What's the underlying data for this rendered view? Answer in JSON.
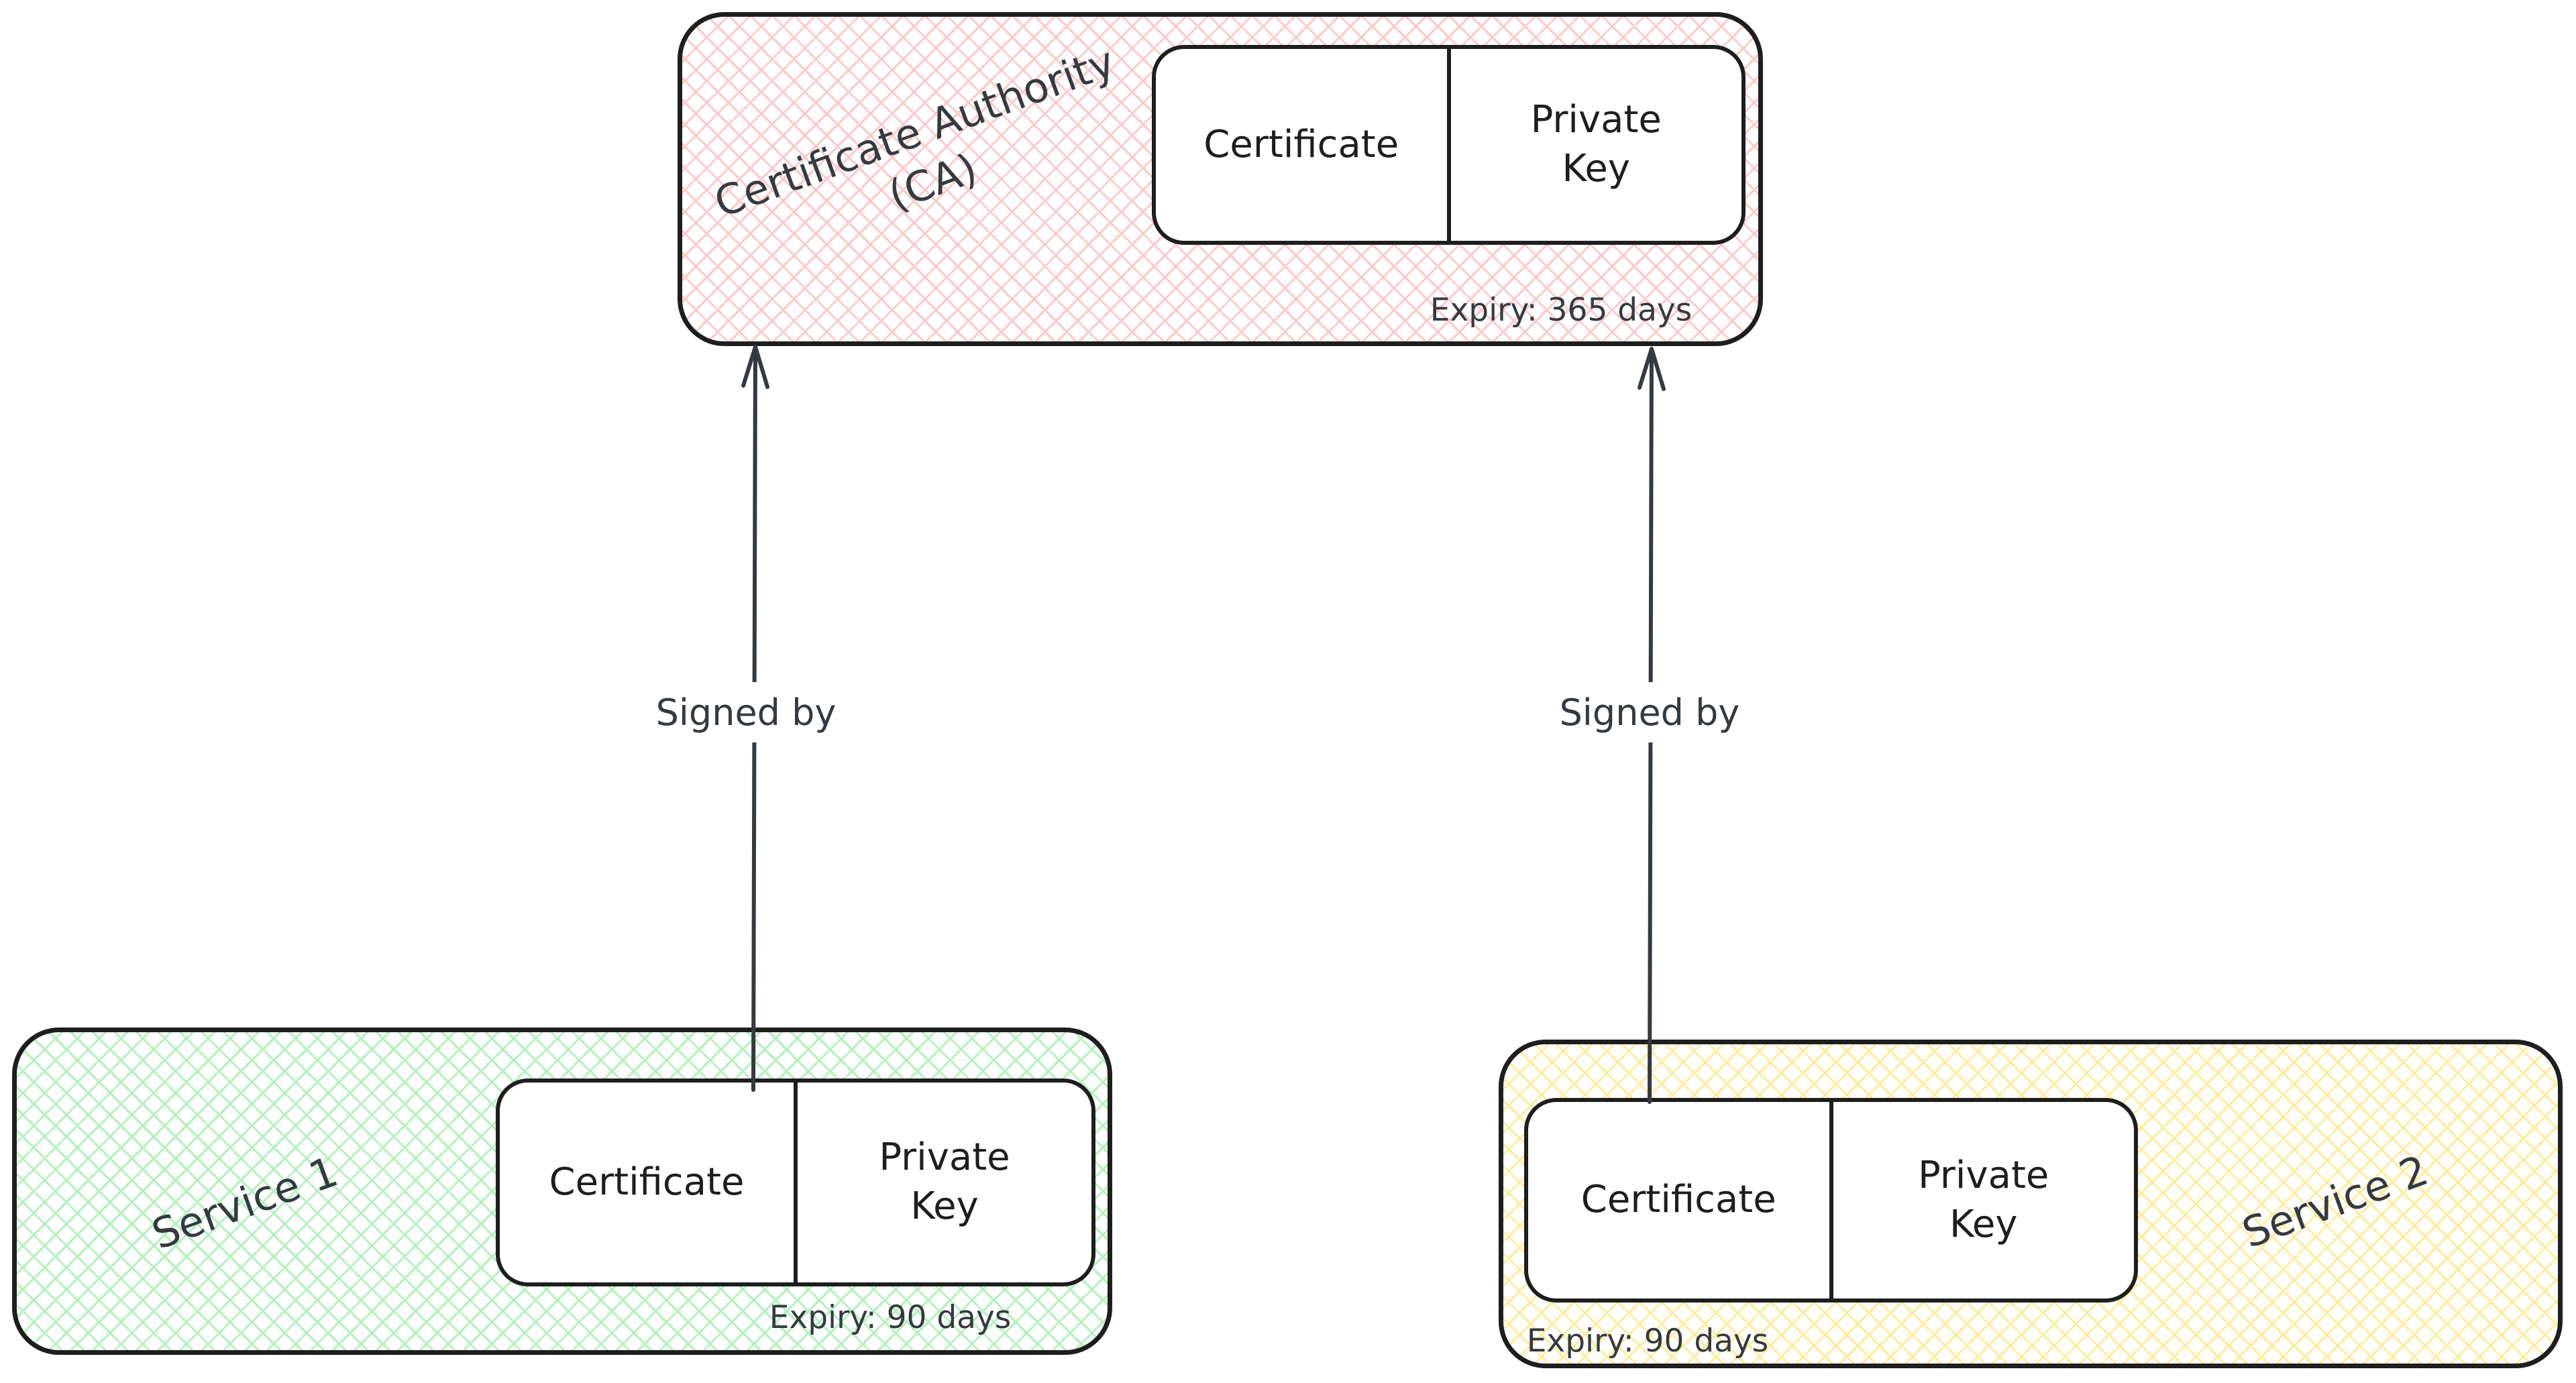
{
  "diagram": {
    "background": "#ffffff",
    "stroke_color": "#1e1e1e",
    "text_color": "#343a40",
    "arrow_color": "#343a40"
  },
  "ca": {
    "title_line1": "Certificate Authority",
    "title_line2": "(CA)",
    "fill_color": "#ffc9c9",
    "certificate_label": "Certificate",
    "private_key_line1": "Private",
    "private_key_line2": "Key",
    "expiry": "Expiry: 365 days"
  },
  "service1": {
    "title": "Service 1",
    "fill_color": "#b2f2bb",
    "certificate_label": "Certificate",
    "private_key_line1": "Private",
    "private_key_line2": "Key",
    "expiry": "Expiry: 90 days"
  },
  "service2": {
    "title": "Service 2",
    "fill_color": "#ffec99",
    "certificate_label": "Certificate",
    "private_key_line1": "Private",
    "private_key_line2": "Key",
    "expiry": "Expiry: 90 days"
  },
  "edges": {
    "left": {
      "label": "Signed by"
    },
    "right": {
      "label": "Signed by"
    }
  }
}
